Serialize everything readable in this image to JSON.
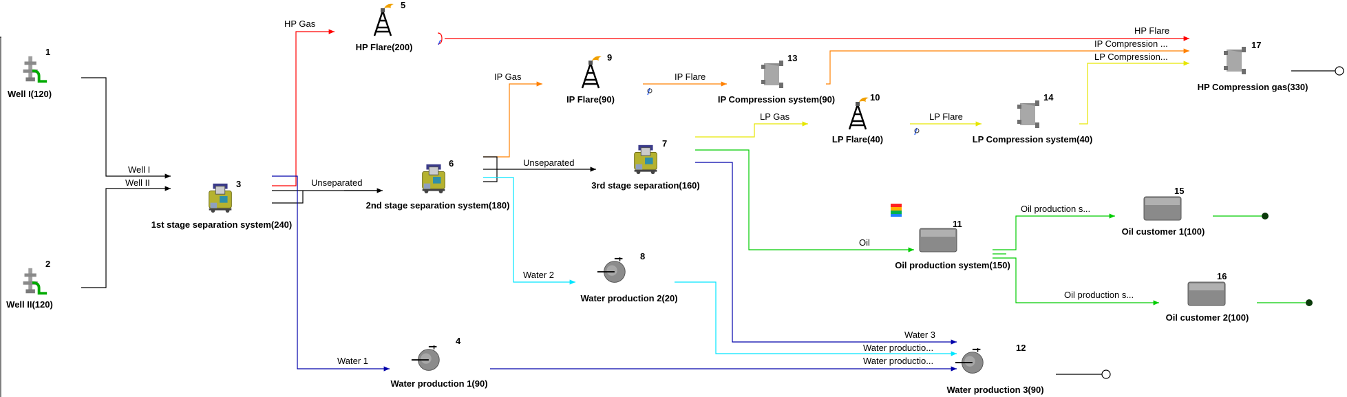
{
  "nodes": [
    {
      "id": "1",
      "label": "Well I(120)",
      "icon": "well-icon"
    },
    {
      "id": "2",
      "label": "Well II(120)",
      "icon": "well-icon"
    },
    {
      "id": "3",
      "label": "1st stage separation system(240)",
      "icon": "separator-icon"
    },
    {
      "id": "4",
      "label": "Water production 1(90)",
      "icon": "pump-icon"
    },
    {
      "id": "5",
      "label": "HP Flare(200)",
      "icon": "flare-icon"
    },
    {
      "id": "6",
      "label": "2nd stage separation system(180)",
      "icon": "separator-icon"
    },
    {
      "id": "7",
      "label": "3rd stage separation(160)",
      "icon": "separator-icon"
    },
    {
      "id": "8",
      "label": "Water production 2(20)",
      "icon": "pump-icon"
    },
    {
      "id": "9",
      "label": "IP Flare(90)",
      "icon": "flare-icon"
    },
    {
      "id": "10",
      "label": "LP Flare(40)",
      "icon": "flare-icon"
    },
    {
      "id": "11",
      "label": "Oil production system(150)",
      "icon": "tank-icon"
    },
    {
      "id": "12",
      "label": "Water production 3(90)",
      "icon": "pump-icon"
    },
    {
      "id": "13",
      "label": "IP Compression system(90)",
      "icon": "compressor-icon"
    },
    {
      "id": "14",
      "label": "LP Compression system(40)",
      "icon": "compressor-icon"
    },
    {
      "id": "15",
      "label": "Oil customer 1(100)",
      "icon": "tank-icon"
    },
    {
      "id": "16",
      "label": "Oil customer 2(100)",
      "icon": "tank-icon"
    },
    {
      "id": "17",
      "label": "HP Compression gas(330)",
      "icon": "compressor-icon"
    }
  ],
  "edges": {
    "well1": "Well I",
    "well2": "Well II",
    "hp_gas": "HP Gas",
    "unsep1": "Unseparated",
    "water1": "Water 1",
    "ip_gas": "IP Gas",
    "unsep2": "Unseparated",
    "water2": "Water 2",
    "ip_flare": "IP Flare",
    "lp_gas": "LP Gas",
    "lp_flare": "LP Flare",
    "oil": "Oil",
    "oil_prod_s1": "Oil production s...",
    "oil_prod_s2": "Oil production s...",
    "water3": "Water 3",
    "water_prod_a": "Water productio...",
    "water_prod_b": "Water productio...",
    "hp_flare": "HP Flare",
    "ip_compression": "IP Compression ...",
    "lp_compression": "LP Compression..."
  },
  "colors": {
    "hp_gas": "#ff0000",
    "ip_gas": "#ff8000",
    "lp_gas": "#ffff00",
    "oil": "#00dd00",
    "water_cyan": "#00e5ff",
    "water_blue": "#0000aa",
    "unseparated": "#000000"
  }
}
